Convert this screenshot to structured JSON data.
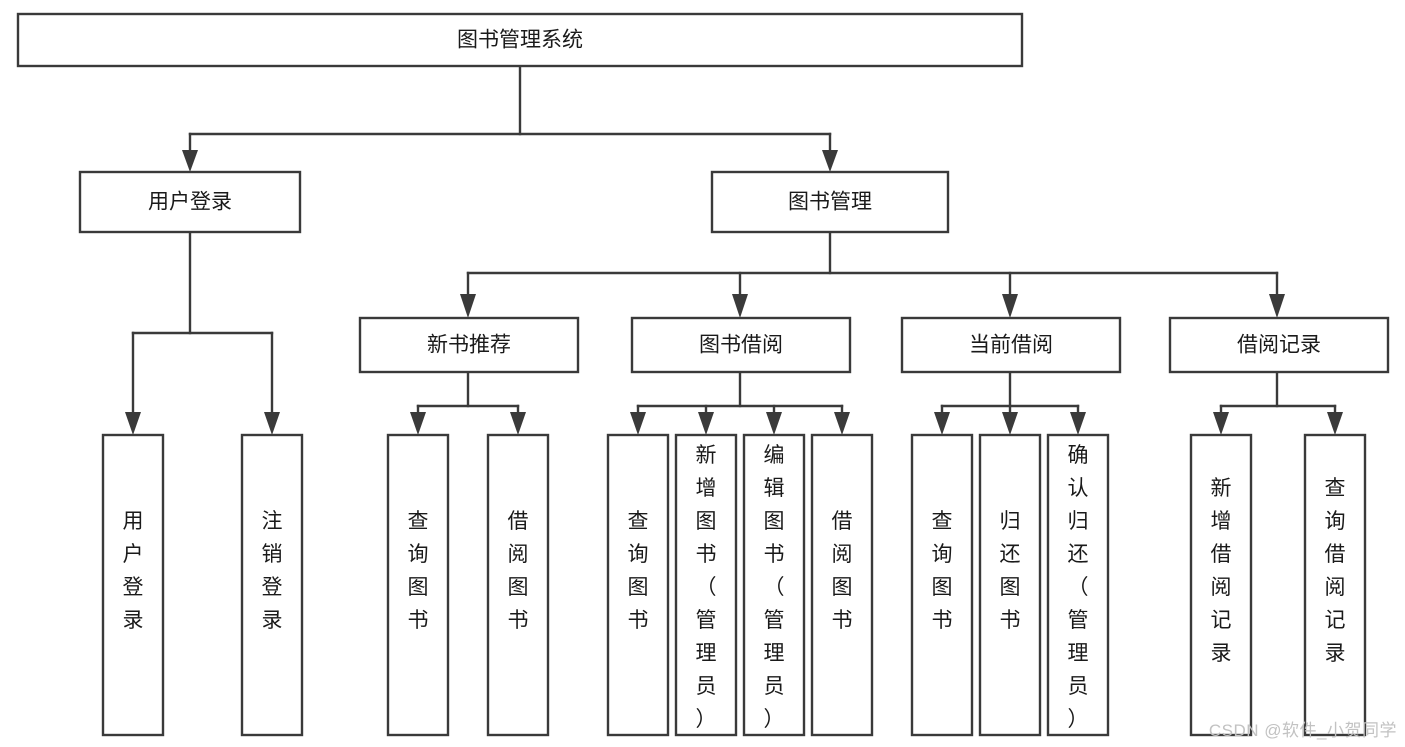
{
  "diagram": {
    "type": "tree-hierarchy",
    "title": "图书管理系统",
    "watermark": "CSDN @软件_小贺同学",
    "root": {
      "id": "root",
      "label": "图书管理系统"
    },
    "level2": [
      {
        "id": "user-login",
        "label": "用户登录"
      },
      {
        "id": "book-manage",
        "label": "图书管理"
      }
    ],
    "level3": [
      {
        "id": "new-book-rec",
        "label": "新书推荐",
        "parent": "book-manage"
      },
      {
        "id": "book-borrow",
        "label": "图书借阅",
        "parent": "book-manage"
      },
      {
        "id": "current-borrow",
        "label": "当前借阅",
        "parent": "book-manage"
      },
      {
        "id": "borrow-record",
        "label": "借阅记录",
        "parent": "book-manage"
      }
    ],
    "leaves": [
      {
        "id": "leaf-user-login",
        "label": "用户登录",
        "parent": "user-login"
      },
      {
        "id": "leaf-logout",
        "label": "注销登录",
        "parent": "user-login"
      },
      {
        "id": "leaf-query-book-1",
        "label": "查询图书",
        "parent": "new-book-rec"
      },
      {
        "id": "leaf-borrow-book-1",
        "label": "借阅图书",
        "parent": "new-book-rec"
      },
      {
        "id": "leaf-query-book-2",
        "label": "查询图书",
        "parent": "book-borrow"
      },
      {
        "id": "leaf-add-book",
        "label": "新增图书（管理员）",
        "parent": "book-borrow"
      },
      {
        "id": "leaf-edit-book",
        "label": "编辑图书（管理员）",
        "parent": "book-borrow"
      },
      {
        "id": "leaf-borrow-book-2",
        "label": "借阅图书",
        "parent": "book-borrow"
      },
      {
        "id": "leaf-query-book-3",
        "label": "查询图书",
        "parent": "current-borrow"
      },
      {
        "id": "leaf-return-book",
        "label": "归还图书",
        "parent": "current-borrow"
      },
      {
        "id": "leaf-confirm-return",
        "label": "确认归还（管理员）",
        "parent": "current-borrow"
      },
      {
        "id": "leaf-add-record",
        "label": "新增借阅记录",
        "parent": "borrow-record"
      },
      {
        "id": "leaf-query-record",
        "label": "查询借阅记录",
        "parent": "borrow-record"
      }
    ],
    "colors": {
      "stroke": "#3a3a3a",
      "fill": "#ffffff",
      "text": "#1a1a1a",
      "watermark": "#c2c2c2"
    }
  }
}
